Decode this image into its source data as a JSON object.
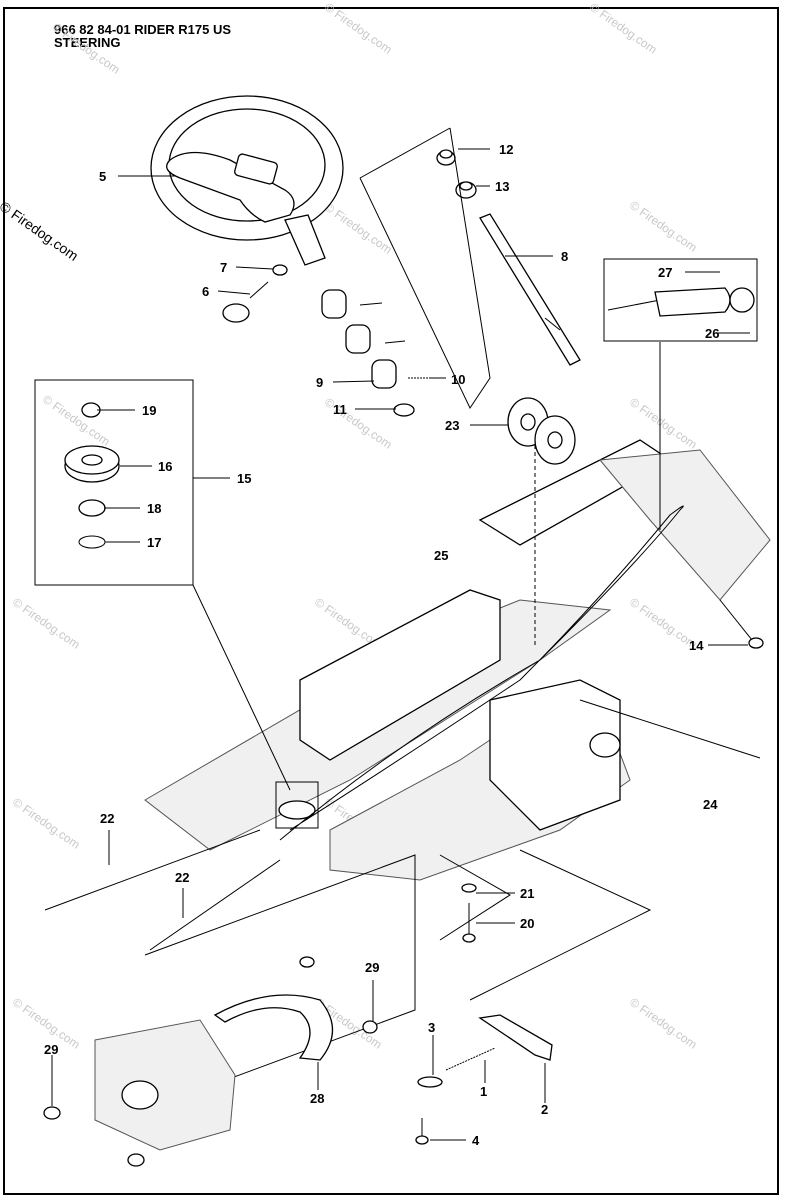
{
  "header": {
    "line1": "966 82 84-01 RIDER R175 US",
    "line2": "STEERING"
  },
  "watermark": {
    "text": "© Firedog.com",
    "big_text": "© Firedog.com"
  },
  "callouts": {
    "c1": "1",
    "c2": "2",
    "c3": "3",
    "c4": "4",
    "c5": "5",
    "c6": "6",
    "c7": "7",
    "c8": "8",
    "c9": "9",
    "c10": "10",
    "c11": "11",
    "c12": "12",
    "c13": "13",
    "c14": "14",
    "c15": "15",
    "c16": "16",
    "c17": "17",
    "c18": "18",
    "c19": "19",
    "c20": "20",
    "c21": "21",
    "c22a": "22",
    "c22b": "22",
    "c23": "23",
    "c24": "24",
    "c25": "25",
    "c26": "26",
    "c27": "27",
    "c28": "28",
    "c29a": "29",
    "c29b": "29"
  }
}
